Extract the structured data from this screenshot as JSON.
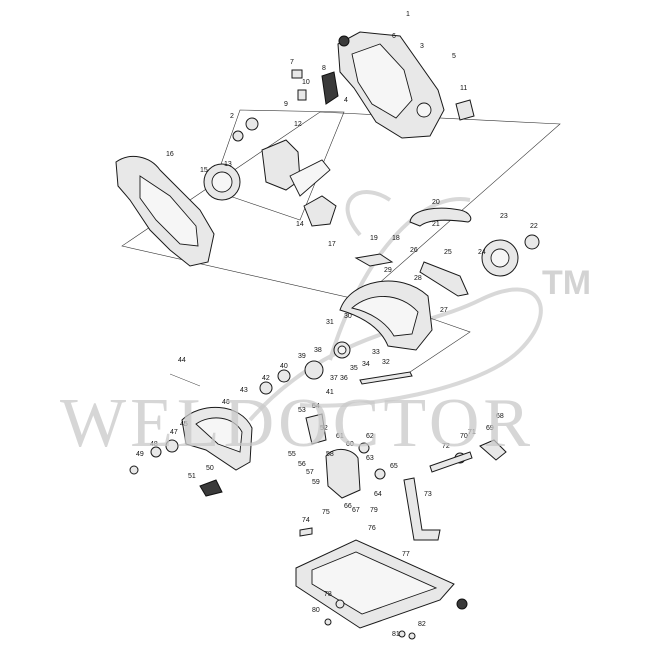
{
  "watermark": {
    "text": "WELDOCTOR",
    "trademark": "TM"
  },
  "part_numbers": [
    {
      "id": "1"
    },
    {
      "id": "2"
    },
    {
      "id": "3"
    },
    {
      "id": "4"
    },
    {
      "id": "5"
    },
    {
      "id": "6"
    },
    {
      "id": "7"
    },
    {
      "id": "8"
    },
    {
      "id": "9"
    },
    {
      "id": "10"
    },
    {
      "id": "11"
    },
    {
      "id": "12"
    },
    {
      "id": "13"
    },
    {
      "id": "14"
    },
    {
      "id": "15"
    },
    {
      "id": "16"
    },
    {
      "id": "17"
    },
    {
      "id": "18"
    },
    {
      "id": "19"
    },
    {
      "id": "20"
    },
    {
      "id": "21"
    },
    {
      "id": "22"
    },
    {
      "id": "23"
    },
    {
      "id": "24"
    },
    {
      "id": "25"
    },
    {
      "id": "26"
    },
    {
      "id": "27"
    },
    {
      "id": "28"
    },
    {
      "id": "29"
    },
    {
      "id": "30"
    },
    {
      "id": "31"
    },
    {
      "id": "32"
    },
    {
      "id": "33"
    },
    {
      "id": "34"
    },
    {
      "id": "35"
    },
    {
      "id": "36"
    },
    {
      "id": "37"
    },
    {
      "id": "38"
    },
    {
      "id": "39"
    },
    {
      "id": "40"
    },
    {
      "id": "41"
    },
    {
      "id": "42"
    },
    {
      "id": "43"
    },
    {
      "id": "44"
    },
    {
      "id": "45"
    },
    {
      "id": "46"
    },
    {
      "id": "47"
    },
    {
      "id": "48"
    },
    {
      "id": "49"
    },
    {
      "id": "50"
    },
    {
      "id": "51"
    },
    {
      "id": "52"
    },
    {
      "id": "53"
    },
    {
      "id": "54"
    },
    {
      "id": "55"
    },
    {
      "id": "56"
    },
    {
      "id": "57"
    },
    {
      "id": "58"
    },
    {
      "id": "59"
    },
    {
      "id": "60"
    },
    {
      "id": "61"
    },
    {
      "id": "62"
    },
    {
      "id": "63"
    },
    {
      "id": "64"
    },
    {
      "id": "65"
    },
    {
      "id": "66"
    },
    {
      "id": "67"
    },
    {
      "id": "68"
    },
    {
      "id": "69"
    },
    {
      "id": "70"
    },
    {
      "id": "71"
    },
    {
      "id": "72"
    },
    {
      "id": "73"
    },
    {
      "id": "74"
    },
    {
      "id": "75"
    },
    {
      "id": "76"
    },
    {
      "id": "77"
    },
    {
      "id": "78"
    },
    {
      "id": "79"
    },
    {
      "id": "80"
    },
    {
      "id": "81"
    },
    {
      "id": "82"
    }
  ]
}
